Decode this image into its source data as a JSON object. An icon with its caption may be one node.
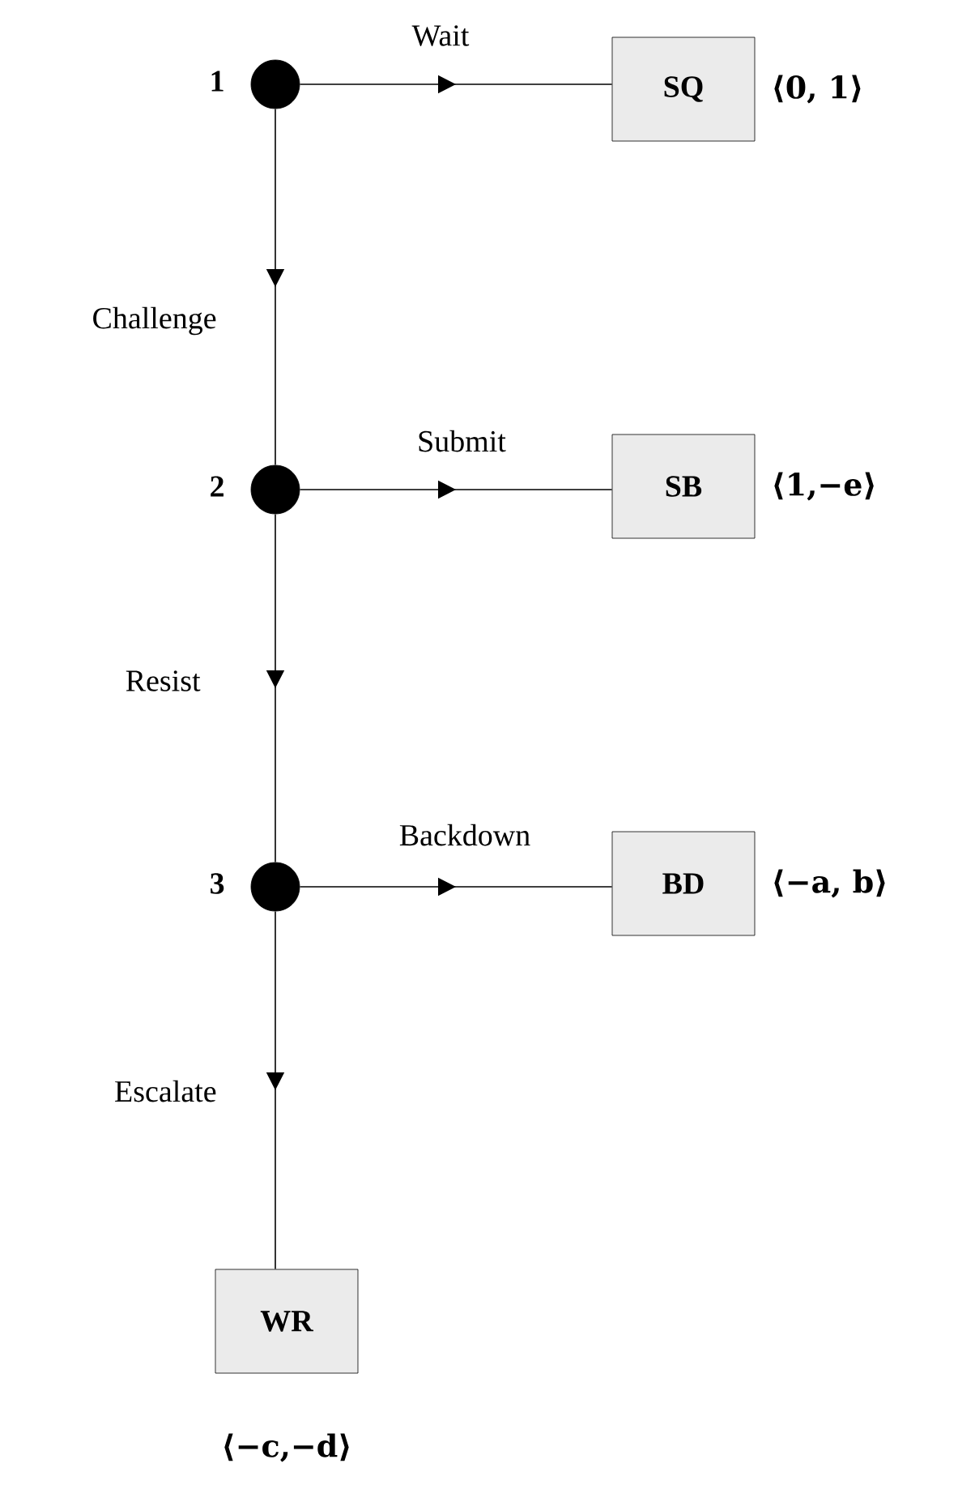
{
  "diagram": {
    "nodes": [
      {
        "text": [],
        "shape": "circle",
        "beside": [
          "1"
        ]
      },
      {
        "text": [
          "SQ"
        ],
        "beside": [
          "⟨0, 1⟩"
        ]
      },
      {
        "text": [],
        "shape": "circle",
        "beside": [
          "2"
        ]
      },
      {
        "text": [
          "SB"
        ],
        "beside": [
          "⟨1,−e⟩"
        ]
      },
      {
        "text": [],
        "shape": "circle",
        "beside": [
          "3"
        ]
      },
      {
        "text": [
          "BD"
        ],
        "beside": [
          "⟨−a, b⟩"
        ]
      },
      {
        "text": [
          "WR"
        ],
        "beside": [
          "⟨−c,−d⟩"
        ]
      }
    ],
    "edges": [
      {
        "from": 0,
        "to": 1,
        "arrow": "to",
        "label": "Wait"
      },
      {
        "from": 0,
        "to": 2,
        "arrow": "to",
        "label": "Challenge"
      },
      {
        "from": 2,
        "to": 3,
        "arrow": "to",
        "label": "Submit"
      },
      {
        "from": 2,
        "to": 4,
        "arrow": "to",
        "label": "Resist"
      },
      {
        "from": 4,
        "to": 5,
        "arrow": "to",
        "label": "Backdown"
      },
      {
        "from": 4,
        "to": 6,
        "arrow": "to",
        "label": "Escalate"
      }
    ]
  }
}
